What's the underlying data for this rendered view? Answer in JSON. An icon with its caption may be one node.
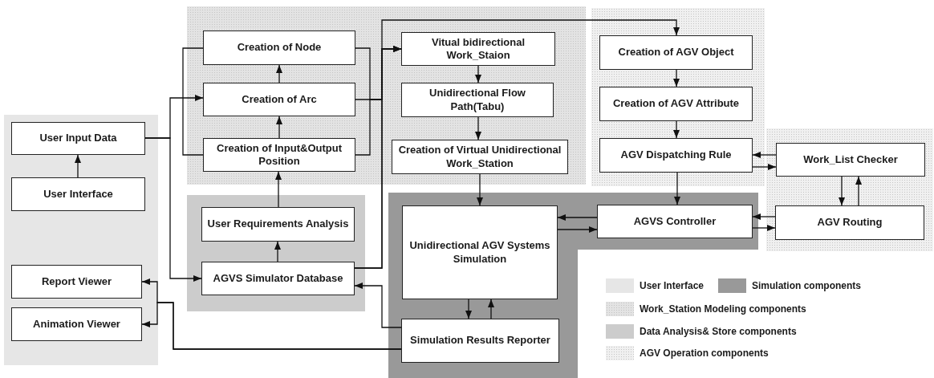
{
  "diagram": {
    "nodes": [
      {
        "text": [],
        "shape": "box"
      },
      {
        "text": [
          "User Input Data"
        ],
        "in": 0
      },
      {
        "text": [
          "User Interface"
        ],
        "in": 0
      },
      {
        "text": [
          "Report Viewer"
        ],
        "in": 0
      },
      {
        "text": [
          "Animation Viewer"
        ],
        "in": 0
      },
      {
        "text": [],
        "shape": "box"
      },
      {
        "text": [
          "Creation of Node"
        ],
        "in": 5
      },
      {
        "text": [
          "Creation of Arc"
        ],
        "in": 5
      },
      {
        "text": [
          "Creation of Input&Output Position"
        ],
        "in": 5
      },
      {
        "text": [
          "Vitual bidirectional Work_Staion"
        ],
        "in": 5
      },
      {
        "text": [
          "Unidirectional Flow Path(Tabu)"
        ],
        "in": 5
      },
      {
        "text": [
          "Creation of Virtual Unidirectional Work_Station"
        ],
        "in": 5
      },
      {
        "text": [],
        "shape": "box"
      },
      {
        "text": [
          "User Requirements Analysis"
        ],
        "in": 12
      },
      {
        "text": [
          "AGVS Simulator Database"
        ],
        "in": 12
      },
      {
        "text": [],
        "shape": "box"
      },
      {
        "text": [
          "Unidirectional AGV Systems Simulation"
        ],
        "in": 15
      },
      {
        "text": [
          "Simulation Results Reporter"
        ],
        "in": 15
      },
      {
        "text": [
          "AGVS Controller"
        ],
        "in": 15
      },
      {
        "text": [],
        "shape": "box"
      },
      {
        "text": [
          "Creation of AGV Object"
        ],
        "in": 19
      },
      {
        "text": [
          "Creation of AGV Attribute"
        ],
        "in": 19
      },
      {
        "text": [
          "AGV Dispatching Rule"
        ],
        "in": 19
      },
      {
        "text": [],
        "shape": "box"
      },
      {
        "text": [
          "Work_List Checker"
        ],
        "in": 23
      },
      {
        "text": [
          "AGV Routing"
        ],
        "in": 23
      }
    ],
    "edges": [
      {
        "from": 2,
        "to": 1,
        "arrow": "to"
      },
      {
        "from": 1,
        "to": 7,
        "arrow": "to"
      },
      {
        "from": 1,
        "to": 14,
        "arrow": "to"
      },
      {
        "from": 6,
        "to": 8,
        "arrow": "none"
      },
      {
        "from": 14,
        "to": 13,
        "arrow": "to"
      },
      {
        "from": 13,
        "to": 8,
        "arrow": "to"
      },
      {
        "from": 8,
        "to": 7,
        "arrow": "to"
      },
      {
        "from": 7,
        "to": 6,
        "arrow": "to"
      },
      {
        "from": 6,
        "to": 9,
        "arrow": "to"
      },
      {
        "from": 7,
        "to": 9,
        "arrow": "to"
      },
      {
        "from": 8,
        "to": 9,
        "arrow": "to"
      },
      {
        "from": 14,
        "to": 9,
        "arrow": "to"
      },
      {
        "from": 14,
        "to": 20,
        "arrow": "to"
      },
      {
        "from": 9,
        "to": 10,
        "arrow": "to"
      },
      {
        "from": 10,
        "to": 11,
        "arrow": "to"
      },
      {
        "from": 11,
        "to": 16,
        "arrow": "to"
      },
      {
        "from": 20,
        "to": 21,
        "arrow": "to"
      },
      {
        "from": 21,
        "to": 22,
        "arrow": "to"
      },
      {
        "from": 22,
        "to": 18,
        "arrow": "to"
      },
      {
        "from": 24,
        "to": 22,
        "arrow": "to"
      },
      {
        "from": 22,
        "to": 24,
        "arrow": "to"
      },
      {
        "from": 24,
        "to": 25,
        "arrow": "to"
      },
      {
        "from": 25,
        "to": 24,
        "arrow": "to"
      },
      {
        "from": 25,
        "to": 18,
        "arrow": "to"
      },
      {
        "from": 18,
        "to": 25,
        "arrow": "to"
      },
      {
        "from": 18,
        "to": 16,
        "arrow": "to"
      },
      {
        "from": 16,
        "to": 18,
        "arrow": "to"
      },
      {
        "from": 16,
        "to": 17,
        "arrow": "to"
      },
      {
        "from": 17,
        "to": 16,
        "arrow": "to"
      },
      {
        "from": 17,
        "to": 14,
        "arrow": "to"
      },
      {
        "from": 17,
        "to": 3,
        "arrow": "to"
      },
      {
        "from": 17,
        "to": 4,
        "arrow": "to"
      }
    ],
    "legend": [
      {
        "text": "User Interface",
        "color": "#e6e6e6"
      },
      {
        "text": "Simulation components",
        "color": "#999999"
      },
      {
        "text": "Work_Station Modeling components",
        "color": "#e3e3e3"
      },
      {
        "text": "Data Analysis& Store components",
        "color": "#cccccc"
      },
      {
        "text": "AGV Operation components",
        "color": "#f0f0f0"
      }
    ]
  }
}
